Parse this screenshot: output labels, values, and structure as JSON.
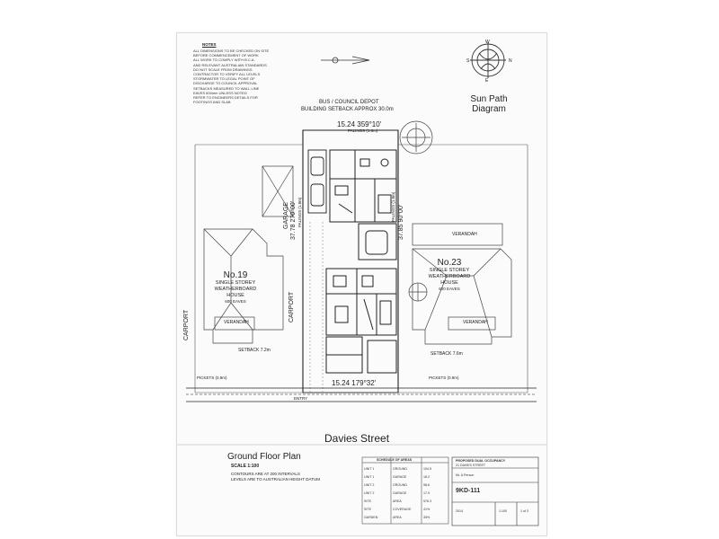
{
  "notes": {
    "heading": "NOTES",
    "lines": [
      "ALL DIMENSIONS TO BE CHECKED ON SITE",
      "BEFORE COMMENCEMENT OF WORK",
      "ALL WORK TO COMPLY WITH B.C.A.",
      "AND RELEVANT AUSTRALIAN STANDARDS",
      "DO NOT SCALE FROM DRAWINGS",
      "CONTRACTOR TO VERIFY ALL LEVELS",
      "STORMWATER TO LEGAL POINT OF",
      "DISCHARGE TO COUNCIL APPROVAL",
      "SETBACKS MEASURED TO WALL LINE",
      "EAVES 600mm UNLESS NOTED",
      "REFER TO ENGINEERS DETAILS FOR",
      "FOOTINGS AND SLAB"
    ]
  },
  "sun_path": {
    "title_line1": "Sun Path",
    "title_line2": "Diagram",
    "north": "N",
    "south": "S",
    "east": "E",
    "west": "W"
  },
  "site": {
    "rear_label_line1": "BUS / COUNCIL DEPOT",
    "rear_label_line2": "BUILDING SETBACK APPROX 30.0m",
    "rear_boundary": "15.24 359°10'",
    "rear_fence": "PALINGS (1.8m)",
    "front_boundary": "15.24 179°32'",
    "left_boundary": "37.78 270°00'",
    "right_boundary": "37.85 90°00'",
    "garage_label": "GARAGE",
    "left_palings": "PALINGS (1.8m)",
    "right_palings": "PALINGS (1.8m)",
    "carport_left": "CARPORT",
    "carport_center": "CARPORT",
    "verandah_right_top": "VERANDAH",
    "verandah_left": "VERANDAH",
    "verandah_right": "VERANDAH",
    "no19_num": "No.19",
    "no19_l1": "SINGLE STOREY",
    "no19_l2": "WEATHERBOARD",
    "no19_l3": "HOUSE",
    "no19_eaves": "600 EAVES",
    "no23_num": "No.23",
    "no23_l1": "SINGLE STOREY",
    "no23_l2": "WEATHERBOARD",
    "no23_l3": "HOUSE",
    "no23_eaves": "600 EAVES",
    "setback_left": "SETBACK 7.2m",
    "setback_right": "SETBACK 7.6m",
    "pickets_left": "PICKETS (0.9m)",
    "pickets_right": "PICKETS (0.9m)",
    "entry_label": "ENTRY",
    "street": "Davies Street"
  },
  "plan_title": {
    "title": "Ground Floor Plan",
    "scale": "SCALE 1:100",
    "note1": "CONTOURS ARE AT 200 INTERVALS",
    "note2": "LEVELS ARE TO AUSTRALIAN HEIGHT DATUM"
  },
  "schedule": {
    "heading": "SCHEDULE OF AREAS",
    "rows": [
      [
        "UNIT 1",
        "GROUND",
        "104.5"
      ],
      [
        "UNIT 1",
        "GARAGE",
        "18.2"
      ],
      [
        "UNIT 2",
        "GROUND",
        "98.6"
      ],
      [
        "UNIT 2",
        "GARAGE",
        "17.9"
      ],
      [
        "SITE",
        "AREA",
        "576.3"
      ],
      [
        "SITE",
        "COVERAGE",
        "41%"
      ],
      [
        "GARDEN",
        "AREA",
        "35%"
      ]
    ]
  },
  "title_block": {
    "line1": "PROPOSED DUAL OCCUPANCY",
    "line2": "21 DAVIES STREET",
    "client": "Mr. A Person",
    "drawing_no": "9KD-111",
    "sheet": "1 of 3",
    "scale": "1:100",
    "date": "2014"
  }
}
